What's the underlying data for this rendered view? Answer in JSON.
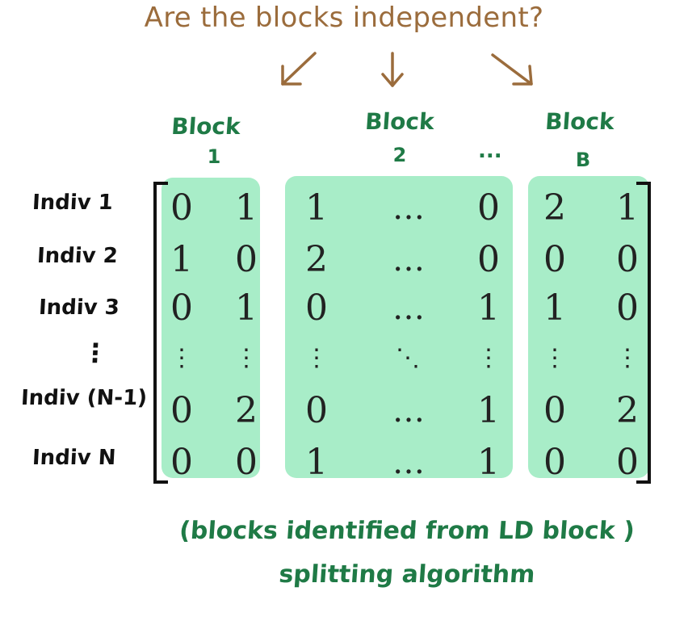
{
  "question": "Are the blocks independent?",
  "blocks": [
    {
      "label": "Block",
      "number": "1"
    },
    {
      "label": "Block",
      "number": "2"
    },
    {
      "label": "Block",
      "number": "B"
    }
  ],
  "between_blocks_dots": "...",
  "rows": [
    {
      "label": "Indiv 1",
      "values": [
        "0",
        "1",
        "1",
        "…",
        "0",
        "2",
        "1"
      ]
    },
    {
      "label": "Indiv 2",
      "values": [
        "1",
        "0",
        "2",
        "…",
        "0",
        "0",
        "0"
      ]
    },
    {
      "label": "Indiv 3",
      "values": [
        "0",
        "1",
        "0",
        "…",
        "1",
        "1",
        "0"
      ]
    },
    {
      "label": "⋮",
      "values": [
        "⋮",
        "⋮",
        "⋮",
        "⋱",
        "⋮",
        "⋮",
        "⋮"
      ]
    },
    {
      "label": "Indiv (N-1)",
      "values": [
        "0",
        "2",
        "0",
        "…",
        "1",
        "0",
        "2"
      ]
    },
    {
      "label": "Indiv N",
      "values": [
        "0",
        "0",
        "1",
        "…",
        "1",
        "0",
        "0"
      ]
    }
  ],
  "note_line1": "(blocks identified from LD block )",
  "note_line2": "splitting algorithm",
  "colors": {
    "question": "#9b6c3c",
    "handwriting": "#1f7a46",
    "highlight": "#a8edc8"
  }
}
